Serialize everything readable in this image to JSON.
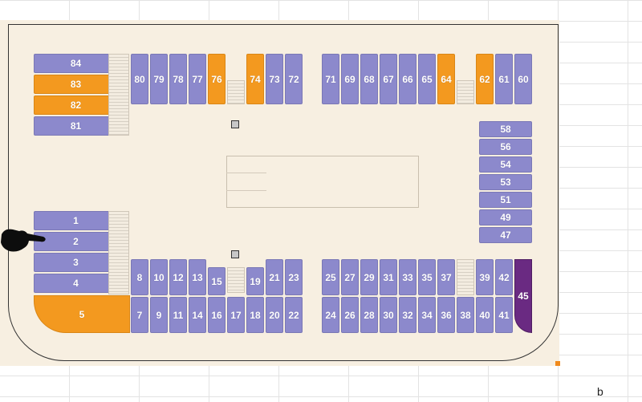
{
  "sheet": {
    "cell_label": "b",
    "colors": {
      "booth_blue": "#8c89cc",
      "booth_orange": "#f3991f",
      "booth_purple": "#6a2a82",
      "paper": "#f7efe1"
    }
  },
  "booths": {
    "b84": "84",
    "b83": "83",
    "b82": "82",
    "b81": "81",
    "b80": "80",
    "b79": "79",
    "b78": "78",
    "b77": "77",
    "b76": "76",
    "b74": "74",
    "b73": "73",
    "b72": "72",
    "b71": "71",
    "b69": "69",
    "b68": "68",
    "b67": "67",
    "b66": "66",
    "b65": "65",
    "b64": "64",
    "b62": "62",
    "b61": "61",
    "b60": "60",
    "b58": "58",
    "b56": "56",
    "b54": "54",
    "b53": "53",
    "b51": "51",
    "b49": "49",
    "b47": "47",
    "b1": "1",
    "b2": "2",
    "b3": "3",
    "b4": "4",
    "b5": "5",
    "b8": "8",
    "b10": "10",
    "b12": "12",
    "b13": "13",
    "b15": "15",
    "b19": "19",
    "b21": "21",
    "b23": "23",
    "b7": "7",
    "b9": "9",
    "b11": "11",
    "b14": "14",
    "b16": "16",
    "b17": "17",
    "b18": "18",
    "b20": "20",
    "b22": "22",
    "b25": "25",
    "b27": "27",
    "b29": "29",
    "b31": "31",
    "b33": "33",
    "b35": "35",
    "b37": "37",
    "b39": "39",
    "b42": "42",
    "b45": "45",
    "b24": "24",
    "b26": "26",
    "b28": "28",
    "b30": "30",
    "b32": "32",
    "b34": "34",
    "b36": "36",
    "b38": "38",
    "b40": "40",
    "b41": "41"
  },
  "icons": {
    "pointer": "pointing-hand-icon",
    "pillar": "pillar-icon"
  }
}
